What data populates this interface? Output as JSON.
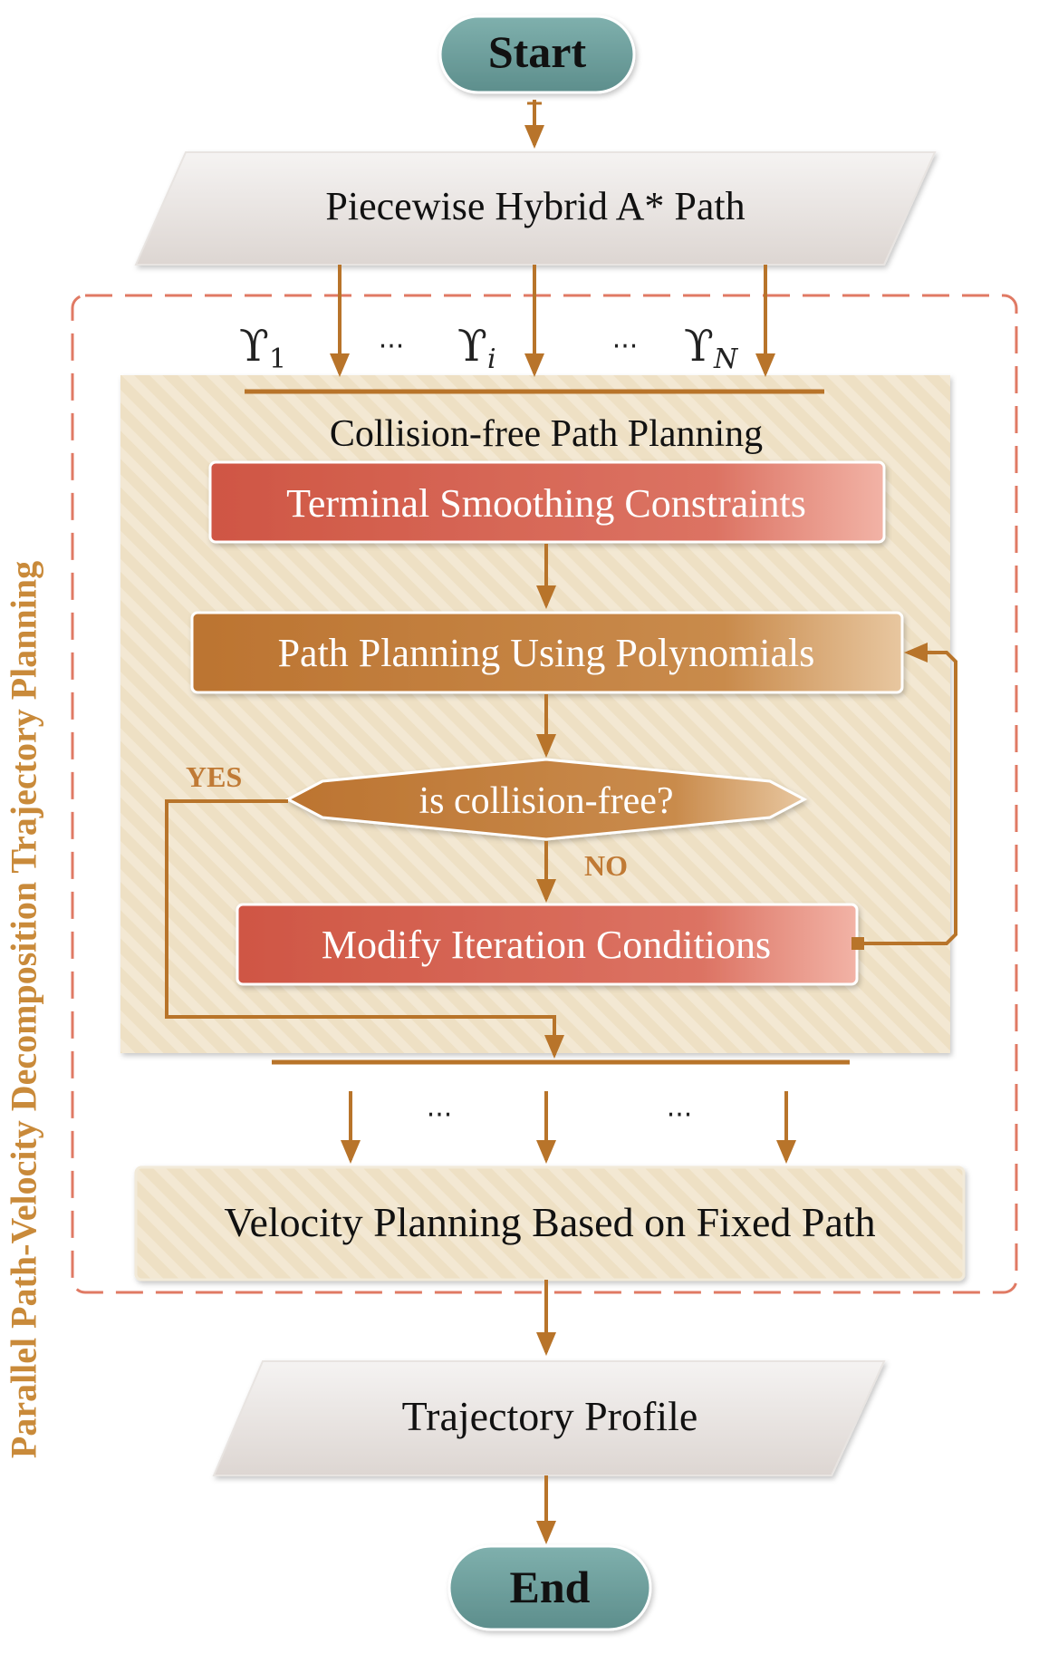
{
  "start_label": "Start",
  "end_label": "End",
  "input_label": "Piecewise Hybrid A* Path",
  "output_label": "Trajectory Profile",
  "region_label": "Parallel Path-Velocity Decomposition Trajectory Planning",
  "path_block": {
    "title": "Collision-free Path Planning",
    "terminal_step": "Terminal Smoothing Constraints",
    "polynomial_step": "Path Planning Using Polynomials",
    "decision": "is collision-free?",
    "yes_label": "YES",
    "no_label": "NO",
    "modify_step": "Modify Iteration Conditions"
  },
  "velocity_step": "Velocity Planning Based on Fixed Path",
  "segments": {
    "symbol": "ϒ",
    "first_sub": "1",
    "mid_sub": "i",
    "last_sub": "N",
    "ellipsis": "···"
  },
  "colors": {
    "arrow": "#b8742a",
    "terminator": "#6f9e9c",
    "red_box": "#d2604e",
    "orange_box": "#c07a35",
    "panel": "#efe2c8",
    "dashed": "#e07a64",
    "side_text": "#c98a3a"
  }
}
